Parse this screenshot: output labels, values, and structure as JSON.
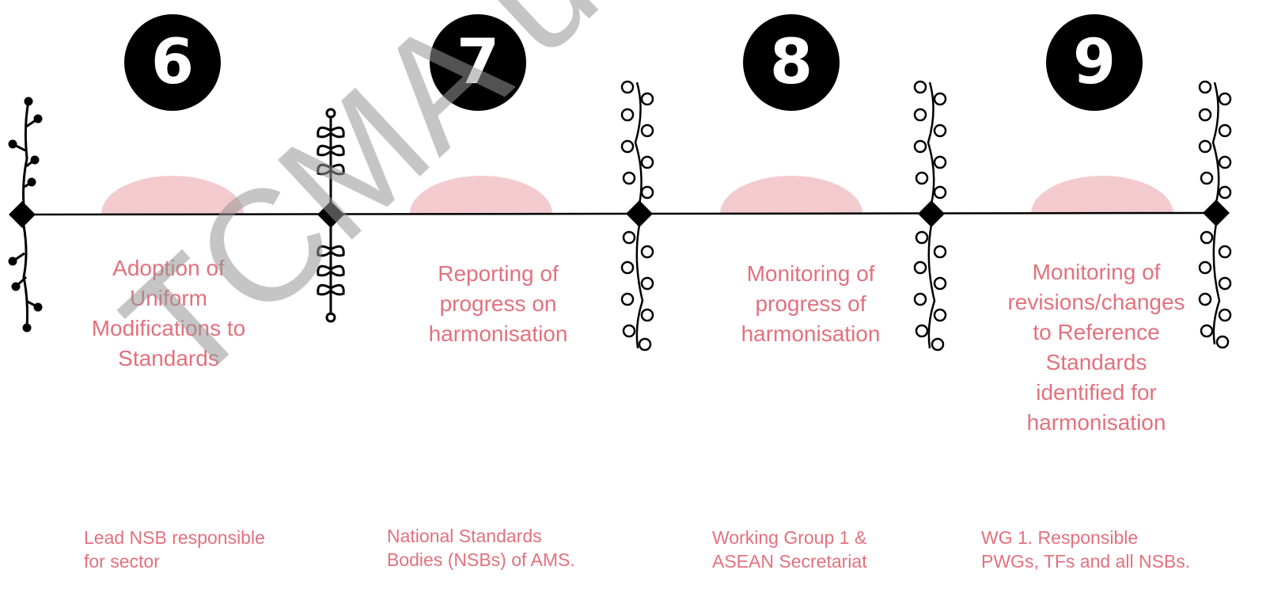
{
  "steps": [
    {
      "number": "6",
      "title": "Adoption of Uniform Modifications to Standards",
      "owner": "Lead NSB responsible\nfor sector"
    },
    {
      "number": "7",
      "title": "Reporting of progress on harmonisation",
      "owner": "National Standards\nBodies (NSBs) of AMS."
    },
    {
      "number": "8",
      "title": "Monitoring of progress of harmonisation",
      "owner": "Working Group 1 &\nASEAN Secretariat"
    },
    {
      "number": "9",
      "title": "Monitoring of revisions/changes to Reference Standards identified for harmonisation",
      "owner": "WG 1. Responsible\nPWGs, TFs and all NSBs."
    }
  ],
  "watermark": "TCMA use o",
  "colors": {
    "accent": "#e2717d",
    "arc": "#f3cbce",
    "badge": "#000000",
    "line": "#000000"
  },
  "icons": [
    "vine-sprig-icon",
    "leaf-sprig-icon",
    "curl-vine-icon"
  ]
}
